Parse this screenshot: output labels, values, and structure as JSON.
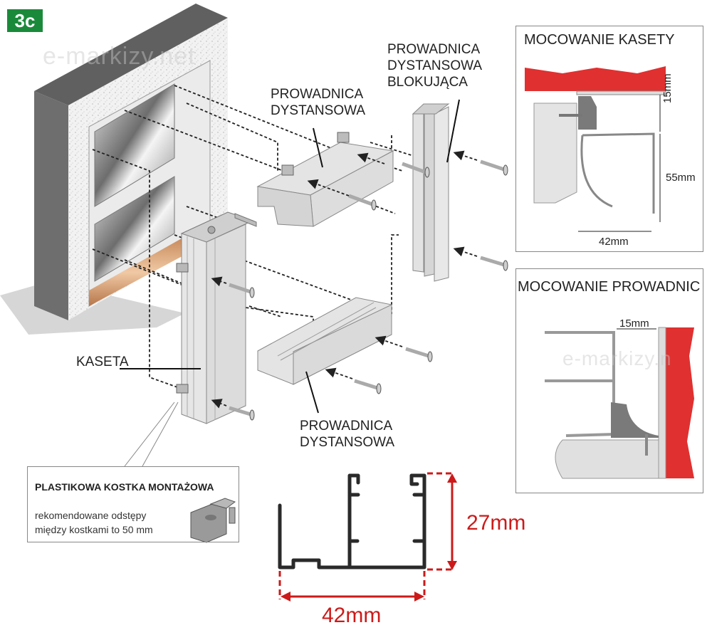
{
  "badge": {
    "label": "3c",
    "color": "#1a8a3a"
  },
  "watermark": {
    "text": "e-markizy.net",
    "panel_text": "e-markizy.n"
  },
  "labels": {
    "spacer_rail_top": [
      "PROWADNICA",
      "DYSTANSOWA"
    ],
    "locking_spacer_rail": [
      "PROWADNICA",
      "DYSTANSOWA",
      "BLOKUJĄCA"
    ],
    "cassette": "KASETA",
    "spacer_rail_bottom": [
      "PROWADNICA",
      "DYSTANSOWA"
    ]
  },
  "panel_cassette": {
    "title": "MOCOWANIE KASETY",
    "dims": {
      "gap": "15mm",
      "height": "55mm",
      "width": "42mm"
    },
    "wall_color": "#e03030"
  },
  "panel_rails": {
    "title": "MOCOWANIE PROWADNIC",
    "dims": {
      "gap": "15mm"
    },
    "wall_color": "#e03030"
  },
  "callout": {
    "title": "PLASTIKOWA KOSTKA MONTAŻOWA",
    "text_line1": "rekomendowane odstępy",
    "text_line2": "między kostkami to 50 mm"
  },
  "profile": {
    "height": "27mm",
    "width": "42mm",
    "dim_color": "#cc1a1a",
    "profile_color": "#2a2a2a"
  }
}
